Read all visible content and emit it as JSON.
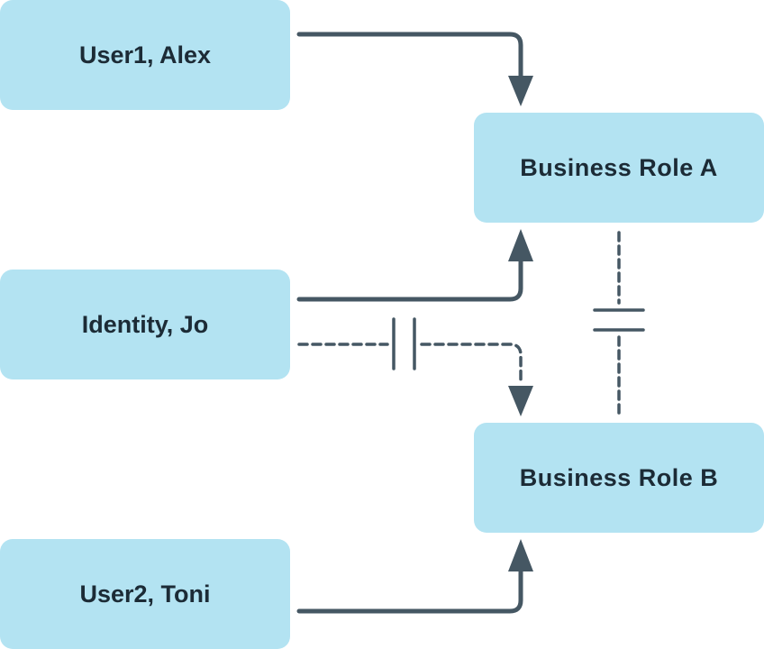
{
  "diagram": {
    "nodes": {
      "user1": {
        "label": "User1, Alex"
      },
      "identity": {
        "label": "Identity, Jo"
      },
      "user2": {
        "label": "User2, Toni"
      },
      "role_a": {
        "label": "Business Role A"
      },
      "role_b": {
        "label": "Business Role B"
      }
    },
    "edges": [
      {
        "from": "user1",
        "to": "role_a",
        "style": "solid"
      },
      {
        "from": "identity",
        "to": "role_a",
        "style": "solid"
      },
      {
        "from": "identity",
        "to": "role_b",
        "style": "dashed",
        "marker": "parallel-bars"
      },
      {
        "from": "user2",
        "to": "role_b",
        "style": "solid"
      },
      {
        "from": "role_a",
        "to": "role_b",
        "style": "dashed",
        "marker": "parallel-bars",
        "arrow": false
      }
    ],
    "colors": {
      "node_fill": "#b3e3f2",
      "node_text": "#1c2b36",
      "edge": "#455763"
    }
  }
}
